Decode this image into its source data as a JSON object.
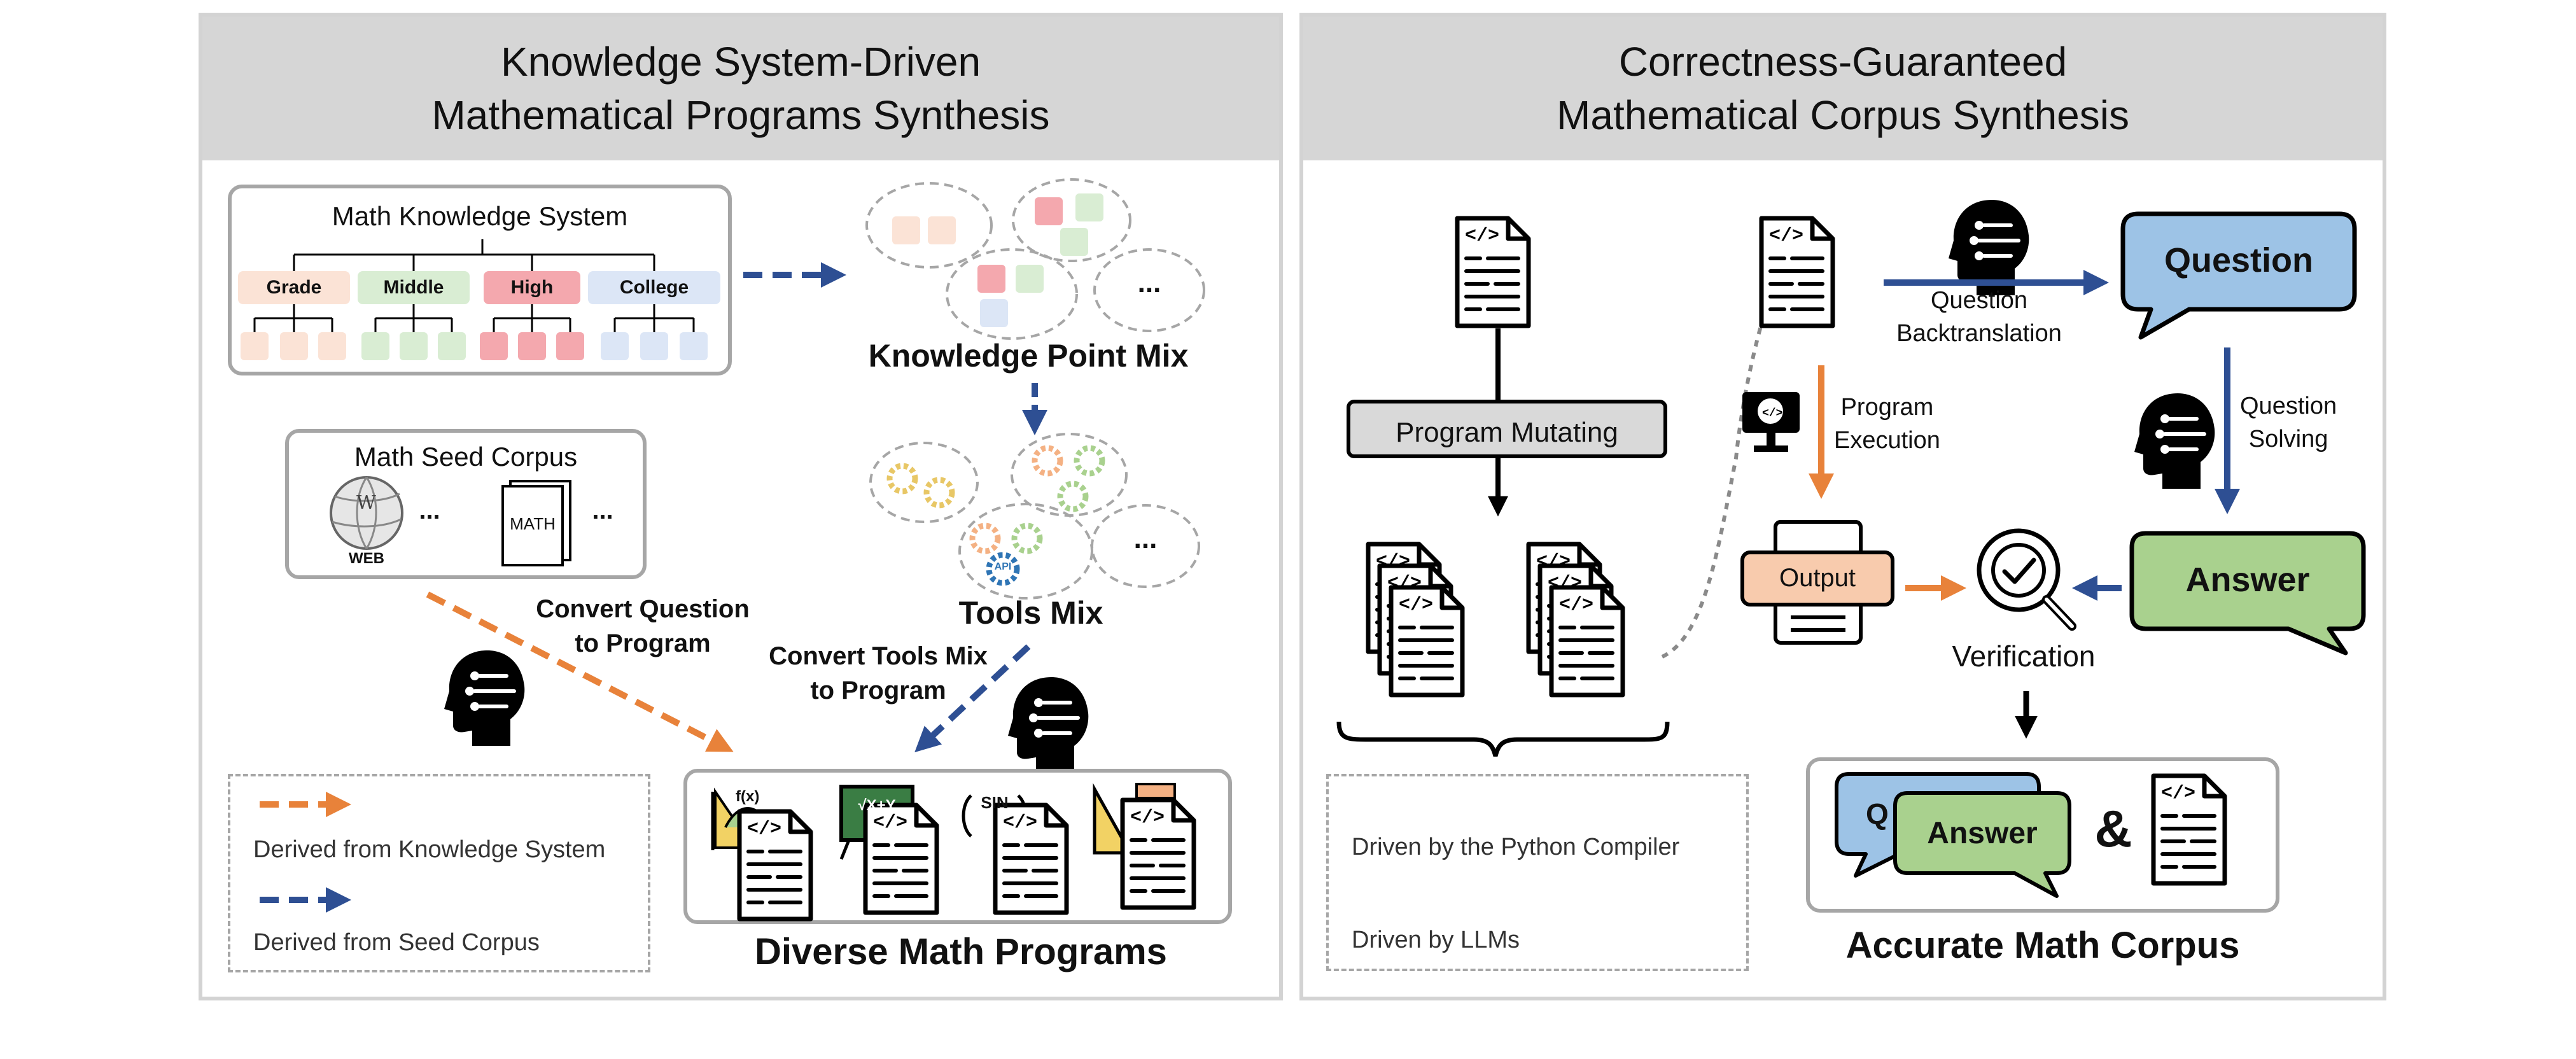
{
  "left_panel": {
    "title_line1": "Knowledge System-Driven",
    "title_line2": "Mathematical Programs Synthesis",
    "knowledge_system": {
      "title": "Math Knowledge System",
      "levels": [
        {
          "label": "Grade",
          "color": "#fbe3d6"
        },
        {
          "label": "Middle",
          "color": "#d9edd3"
        },
        {
          "label": "High",
          "color": "#f4a8ae"
        },
        {
          "label": "College",
          "color": "#dce6f6"
        }
      ]
    },
    "knowledge_point_mix_label": "Knowledge Point Mix",
    "ellipsis": "...",
    "seed_corpus": {
      "title": "Math Seed Corpus",
      "web_label": "WEB",
      "doc_label": "MATH",
      "ellipsis": "..."
    },
    "tools_mix_label": "Tools Mix",
    "api_label": "API",
    "convert_question_line1": "Convert Question",
    "convert_question_line2": "to Program",
    "convert_tools_line1": "Convert Tools Mix",
    "convert_tools_line2": "to Program",
    "legend": {
      "knowledge": "Derived from Knowledge System",
      "seed": "Derived from Seed Corpus"
    },
    "programs_label": "Diverse Math Programs",
    "fx_label": "f(x)",
    "board_label": "√X+Y",
    "sin_label": "SIN",
    "code_tag": "</>"
  },
  "right_panel": {
    "title_line1": "Correctness-Guaranteed",
    "title_line2": "Mathematical Corpus Synthesis",
    "program_mutating": "Program Mutating",
    "question_label": "Question",
    "backtranslation_line1": "Question",
    "backtranslation_line2": "Backtranslation",
    "execution_line1": "Program",
    "execution_line2": "Execution",
    "solving_line1": "Question",
    "solving_line2": "Solving",
    "output_label": "Output",
    "answer_label": "Answer",
    "verification_label": "Verification",
    "result": {
      "question_partial": "Q",
      "answer": "Answer",
      "ampersand": "&",
      "label": "Accurate Math Corpus"
    },
    "legend": {
      "compiler": "Driven by the Python Compiler",
      "llms": "Driven by LLMs"
    },
    "code_tag": "</>"
  },
  "colors": {
    "orange_arrow": "#e8823a",
    "blue_arrow": "#2e4f93",
    "question_bubble": "#9dc3e6",
    "answer_bubble": "#a9d18e",
    "output_box": "#f8cbad",
    "header_gray": "#d6d6d6"
  }
}
